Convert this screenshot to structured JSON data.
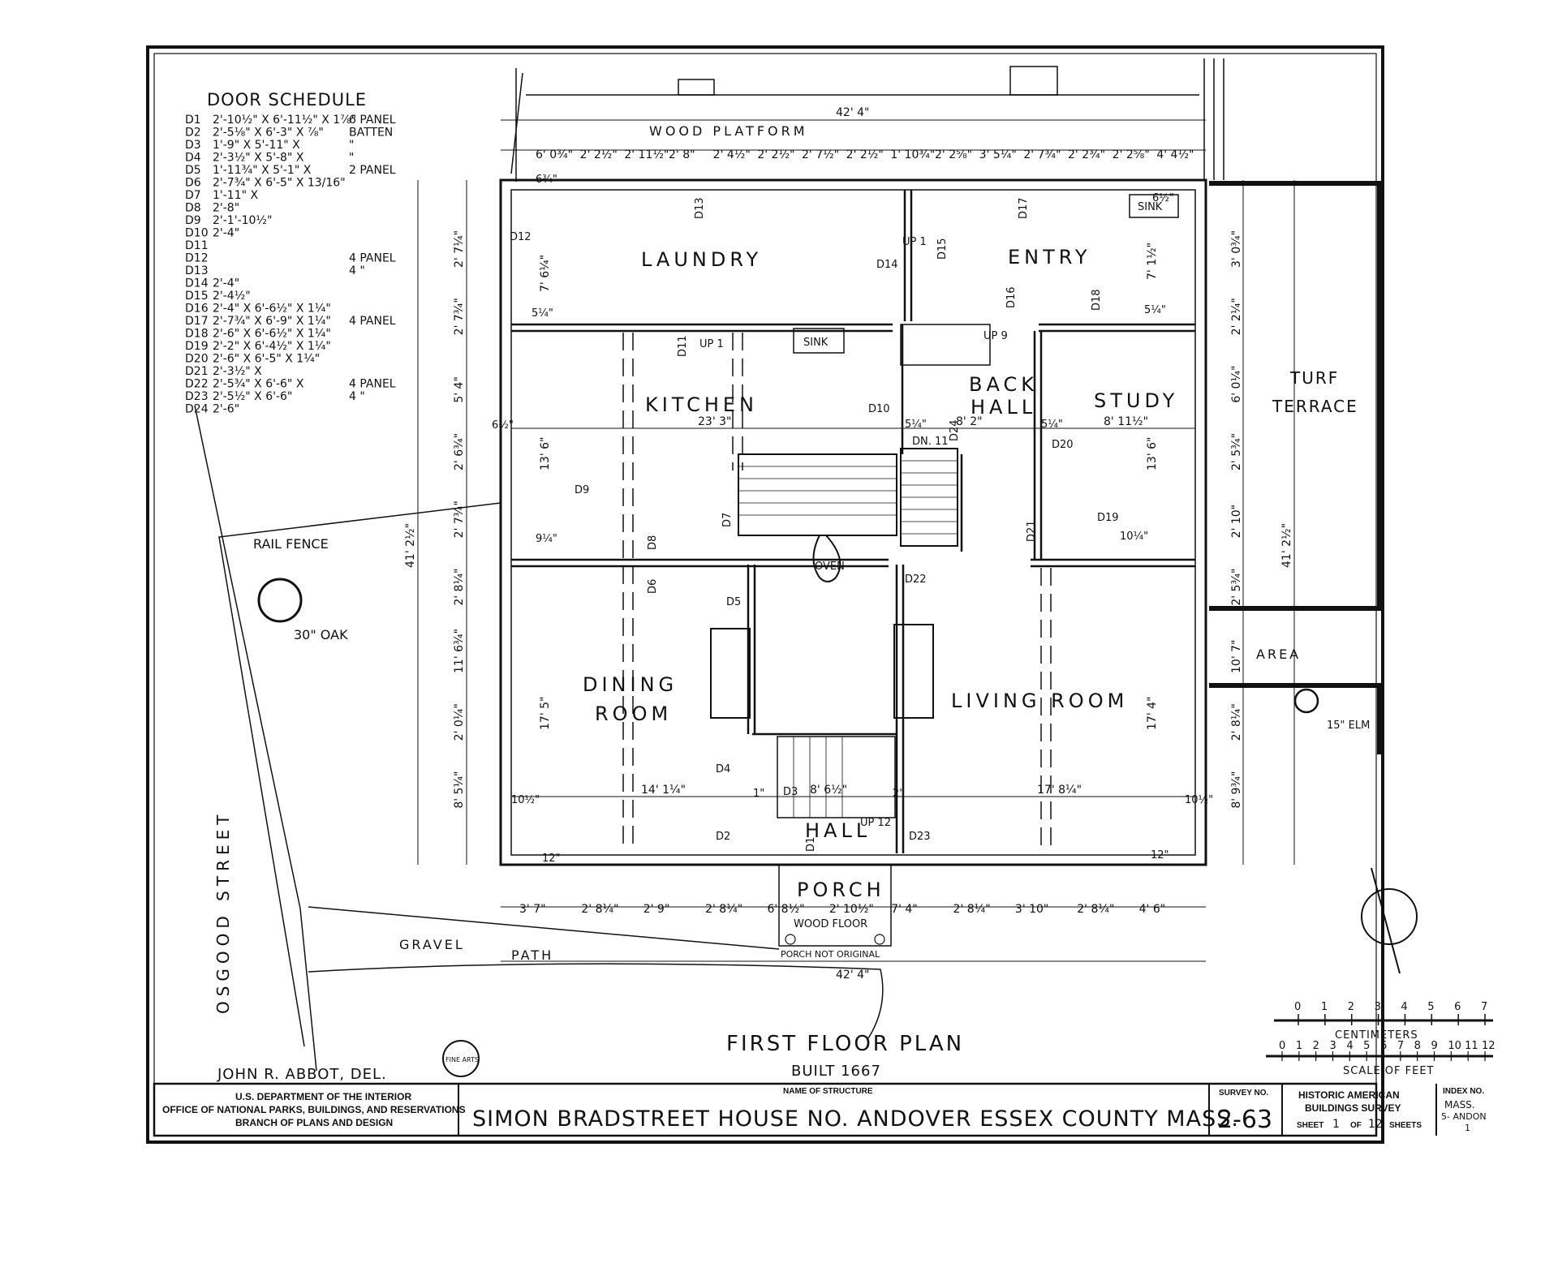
{
  "door_schedule": {
    "title": "DOOR SCHEDULE",
    "rows": [
      {
        "id": "D1",
        "size": "2'-10½\" X 6'-11½\" X 1⅞\"",
        "note": "6 PANEL"
      },
      {
        "id": "D2",
        "size": "2'-5⅛\" X 6'-3\" X ⅞\"",
        "note": "BATTEN"
      },
      {
        "id": "D3",
        "size": "1'-9\" X 5'-11\" X",
        "note": "\""
      },
      {
        "id": "D4",
        "size": "2'-3½\" X 5'-8\" X",
        "note": "\""
      },
      {
        "id": "D5",
        "size": "1'-11¾\" X 5'-1\" X",
        "note": "2 PANEL"
      },
      {
        "id": "D6",
        "size": "2'-7¾\" X 6'-5\" X 13/16\"",
        "note": ""
      },
      {
        "id": "D7",
        "size": "1'-11\" X",
        "note": ""
      },
      {
        "id": "D8",
        "size": "2'-8\"",
        "note": ""
      },
      {
        "id": "D9",
        "size": "2'-1'-10½\"",
        "note": ""
      },
      {
        "id": "D10",
        "size": "2'-4\"",
        "note": ""
      },
      {
        "id": "D11",
        "size": "",
        "note": ""
      },
      {
        "id": "D12",
        "size": "",
        "note": "4 PANEL"
      },
      {
        "id": "D13",
        "size": "",
        "note": "4 \""
      },
      {
        "id": "D14",
        "size": "2'-4\"",
        "note": ""
      },
      {
        "id": "D15",
        "size": "2'-4½\"",
        "note": ""
      },
      {
        "id": "D16",
        "size": "2'-4\" X 6'-6½\" X 1¼\"",
        "note": ""
      },
      {
        "id": "D17",
        "size": "2'-7¾\" X 6'-9\" X 1¼\"",
        "note": "4 PANEL"
      },
      {
        "id": "D18",
        "size": "2'-6\" X 6'-6½\" X 1¼\"",
        "note": ""
      },
      {
        "id": "D19",
        "size": "2'-2\" X 6'-4½\" X 1¼\"",
        "note": ""
      },
      {
        "id": "D20",
        "size": "2'-6\" X 6'-5\" X 1¼\"",
        "note": ""
      },
      {
        "id": "D21",
        "size": "2'-3½\" X",
        "note": ""
      },
      {
        "id": "D22",
        "size": "2'-5¾\" X 6'-6\" X",
        "note": "4 PANEL"
      },
      {
        "id": "D23",
        "size": "2'-5½\" X 6'-6\"",
        "note": "4 \""
      },
      {
        "id": "D24",
        "size": "2'-6\"",
        "note": ""
      }
    ]
  },
  "rooms": {
    "laundry": "LAUNDRY",
    "entry": "ENTRY",
    "kitchen": "KITCHEN",
    "back_hall_1": "BACK",
    "back_hall_2": "HALL",
    "study": "STUDY",
    "dining_1": "DINING",
    "dining_2": "ROOM",
    "living": "LIVING ROOM",
    "hall": "HALL",
    "porch": "PORCH"
  },
  "labels": {
    "wood_platform": "WOOD PLATFORM",
    "sink": "SINK",
    "oven": "OVEN",
    "up1": "UP 1",
    "up9": "UP 9",
    "dn11": "DN. 11",
    "up12": "UP 12",
    "wood_floor": "WOOD FLOOR",
    "porch_not_original": "PORCH NOT ORIGINAL",
    "turf_1": "TURF",
    "turf_2": "TERRACE",
    "area": "AREA",
    "elm": "15\" ELM",
    "oak": "30\" OAK",
    "rail_fence": "RAIL FENCE",
    "gravel": "GRAVEL",
    "path": "PATH",
    "street": "OSGOOD STREET",
    "plan_title": "FIRST FLOOR PLAN",
    "built": "BUILT 1667",
    "delineator": "JOHN R. ABBOT, DEL.",
    "seal": "FINE ARTS"
  },
  "doors": [
    "D1",
    "D2",
    "D3",
    "D4",
    "D5",
    "D6",
    "D7",
    "D8",
    "D9",
    "D10",
    "D11",
    "D12",
    "D13",
    "D14",
    "D15",
    "D16",
    "D17",
    "D18",
    "D19",
    "D20",
    "D21",
    "D22",
    "D23",
    "D24"
  ],
  "dimensions": {
    "overall_top": "42' 4\"",
    "overall_bottom": "42' 4\"",
    "top_string": [
      "6' 0¾\"",
      "2' 2½\"",
      "2' 11½\"",
      "2' 8\"",
      "2' 4½\"",
      "2' 2½\"",
      "2' 7½\"",
      "2' 2½\"",
      "1' 10¾\"",
      "2' 2⅝\"",
      "3' 5¼\"",
      "2' 7¾\"",
      "2' 2¾\"",
      "2' 2⅝\"",
      "4' 4½\""
    ],
    "bottom_string": [
      "3' 7\"",
      "2' 8¼\"",
      "2' 9\"",
      "2' 8¼\"",
      "6' 8½\"",
      "2' 10½\"",
      "7' 4\"",
      "2' 8¼\"",
      "3' 10\"",
      "2' 8¼\"",
      "4' 6\""
    ],
    "left_overall": "41' 2½\"",
    "left_string": [
      "2' 7¼\"",
      "2' 7¾\"",
      "5' 4\"",
      "2' 6¾\"",
      "2' 7¾\"",
      "2' 8¼\"",
      "11' 6¾\"",
      "2' 0¼\"",
      "8' 5¼\""
    ],
    "right_overall": "41' 2½\"",
    "right_string": [
      "3' 0¾\"",
      "2' 2¼\"",
      "6' 0¼\"",
      "2' 5¾\"",
      "2' 10\"",
      "2' 5¾\"",
      "10' 7\"",
      "2' 8¼\"",
      "8' 9¾\""
    ],
    "kitchen_width": "23' 3\"",
    "back_hall_width": "8' 2\"",
    "study_width": "8' 11½\"",
    "kitchen_depth": "13' 6\"",
    "study_depth": "13' 6\"",
    "dining_width": "14' 1¼\"",
    "hall_width": "8' 6½\"",
    "living_width": "17' 8¼\"",
    "dining_depth": "17' 5\"",
    "living_depth": "17' 4\"",
    "laundry_depth": "7' 6¼\"",
    "entry_depth": "7' 1½\"",
    "small": [
      "6¾\"",
      "6½\"",
      "5¼\"",
      "9¼\"",
      "10½\"",
      "10½\"",
      "12\"",
      "12\"",
      "1\"",
      "2\"",
      "5¼\"",
      "5¼\"",
      "5¼\"",
      "6½\"",
      "10¼\""
    ]
  },
  "scale": {
    "feet_label": "SCALE OF FEET",
    "meters_label": "CENTIMETERS",
    "feet_ticks": [
      "0",
      "1",
      "2",
      "3",
      "4",
      "5",
      "6",
      "7"
    ],
    "cm_ticks": [
      "0",
      "1",
      "2",
      "3",
      "4",
      "5",
      "6",
      "7",
      "8",
      "9",
      "10",
      "11",
      "12"
    ]
  },
  "title_block": {
    "dept_1": "U.S. DEPARTMENT OF THE INTERIOR",
    "dept_2": "OFFICE OF NATIONAL PARKS, BUILDINGS, AND RESERVATIONS",
    "dept_3": "BRANCH OF PLANS AND DESIGN",
    "name_caption": "NAME OF STRUCTURE",
    "structure_name": "SIMON BRADSTREET HOUSE NO. ANDOVER ESSEX COUNTY MASS.",
    "survey_caption": "SURVEY NO.",
    "survey_no": "2-63",
    "habs_1": "HISTORIC AMERICAN",
    "habs_2": "BUILDINGS SURVEY",
    "sheet_word": "SHEET",
    "sheet_no": "1",
    "of_word": "OF",
    "sheet_total": "12",
    "sheets_word": "SHEETS",
    "index_caption": "INDEX NO.",
    "index_1": "MASS.",
    "index_2": "5- ANDON",
    "index_3": "1"
  }
}
